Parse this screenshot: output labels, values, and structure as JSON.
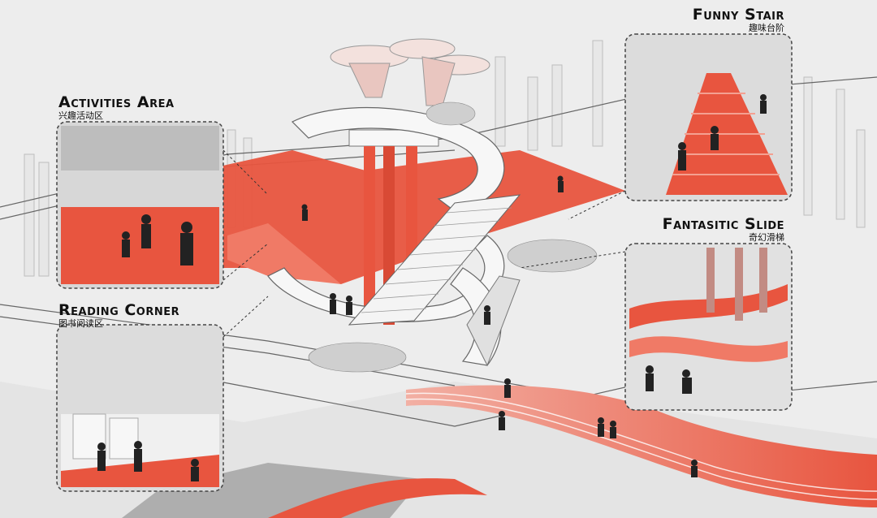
{
  "labels": {
    "funny_stair": {
      "en": "Funny Stair",
      "cn": "趣味台阶"
    },
    "activities_area": {
      "en": "Activities Area",
      "cn": "兴趣活动区"
    },
    "fantastic_slide": {
      "en": "Fantasitic Slide",
      "cn": "奇幻滑梯"
    },
    "reading_corner": {
      "en": "Reading Corner",
      "cn": "图书阅读区"
    }
  },
  "colors": {
    "accent": "#e8553f",
    "accent_light": "#f4a091",
    "grey_light": "#ededed",
    "grey_mid": "#cfcfcf",
    "grey_dark": "#9a9a9a",
    "ink": "#222222"
  }
}
